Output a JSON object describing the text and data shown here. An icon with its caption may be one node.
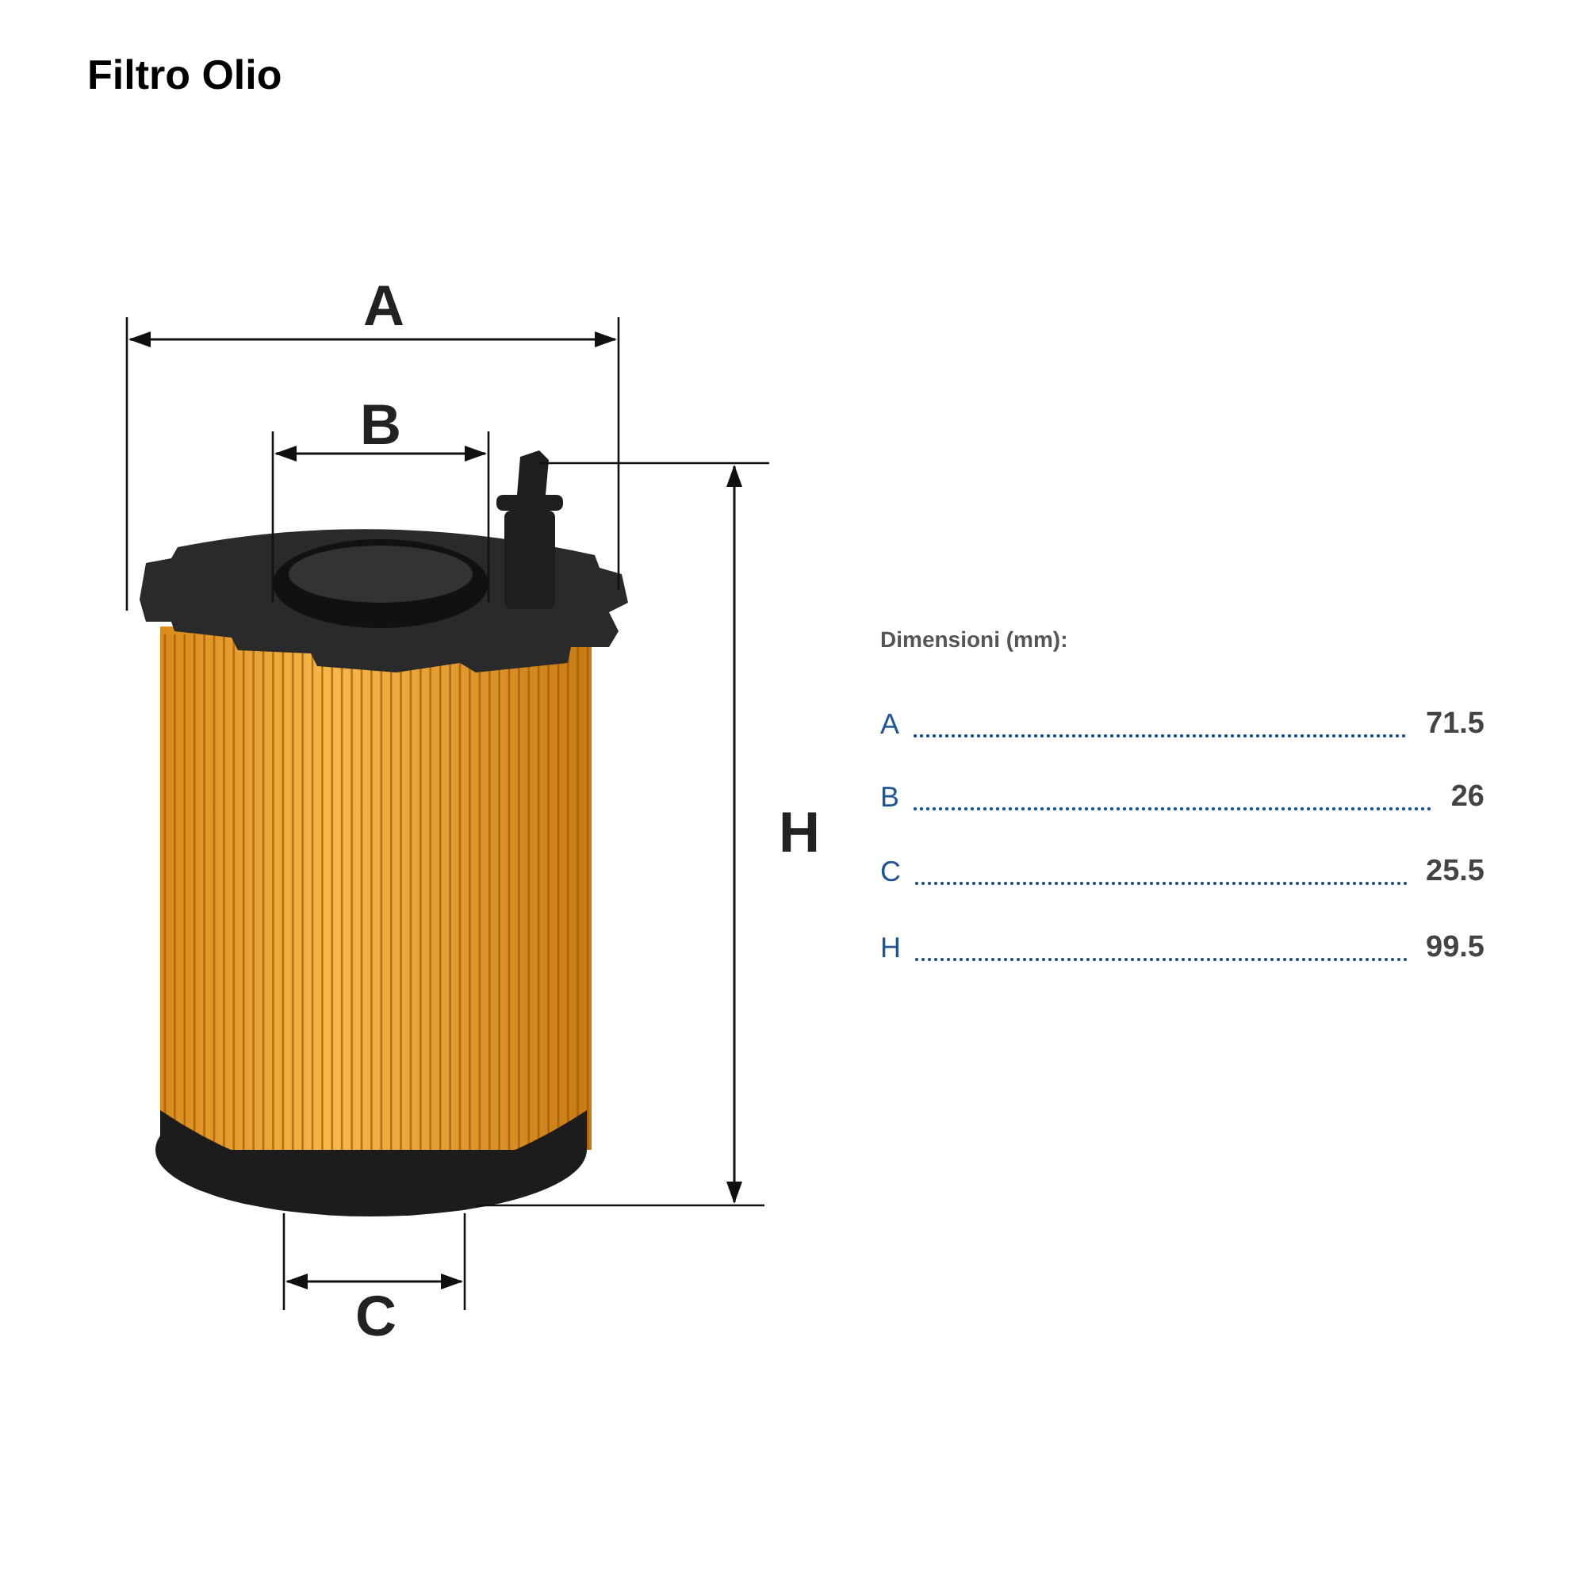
{
  "diagram": {
    "title": "Filtro Olio",
    "labels": [
      "A",
      "B",
      "Dimensioni (mm):",
      "A",
      "71.5",
      "B",
      "26",
      "H",
      "C",
      "25.5",
      "H",
      "99.5",
      "C"
    ]
  }
}
